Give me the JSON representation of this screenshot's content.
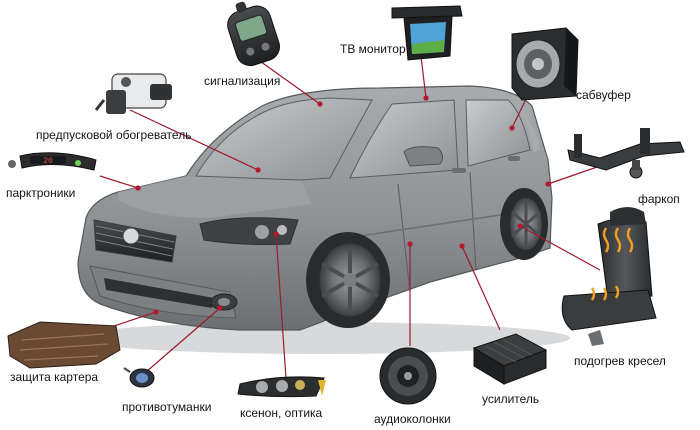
{
  "labels": {
    "alarm": "сигнализация",
    "tv_monitor": "ТВ монитор",
    "subwoofer": "сабвуфер",
    "preheater": "предпусковой обогреватель",
    "parktronic": "парктроники",
    "towbar": "фаркоп",
    "seat_heating": "подогрев кресел",
    "crankcase_guard": "защита картера",
    "fog_lights": "противотуманки",
    "xenon_optics": "ксенон, оптика",
    "speakers": "аудиоколонки",
    "amplifier": "усилитель"
  },
  "parktronic_display": "20",
  "colors": {
    "car_body": "#8e9194",
    "car_dark": "#5a5d60",
    "leader_line": "#9b1c2a",
    "leader_dot": "#b3192e",
    "text": "#141414",
    "seat_heater": "#f0a020"
  }
}
